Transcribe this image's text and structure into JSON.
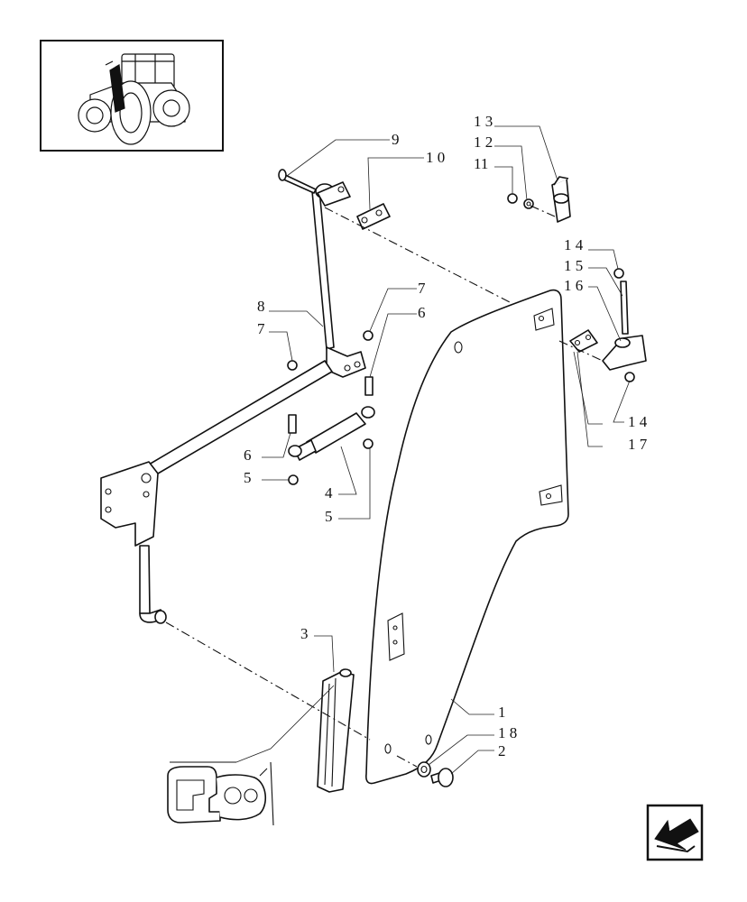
{
  "diagram": {
    "callouts": [
      {
        "id": "c9",
        "text": "9"
      },
      {
        "id": "c10",
        "text": "1 0"
      },
      {
        "id": "c13",
        "text": "1 3"
      },
      {
        "id": "c12",
        "text": "1 2"
      },
      {
        "id": "c11",
        "text": "11"
      },
      {
        "id": "c14a",
        "text": "1 4"
      },
      {
        "id": "c15",
        "text": "1 5"
      },
      {
        "id": "c16",
        "text": "1 6"
      },
      {
        "id": "c8",
        "text": "8"
      },
      {
        "id": "c7a",
        "text": "7"
      },
      {
        "id": "c7b",
        "text": "7"
      },
      {
        "id": "c6a",
        "text": "6"
      },
      {
        "id": "c6b",
        "text": "6"
      },
      {
        "id": "c14b",
        "text": "1 4"
      },
      {
        "id": "c17",
        "text": "1 7"
      },
      {
        "id": "c5a",
        "text": "5"
      },
      {
        "id": "c4",
        "text": "4"
      },
      {
        "id": "c5b",
        "text": "5"
      },
      {
        "id": "c3",
        "text": "3"
      },
      {
        "id": "c1",
        "text": "1"
      },
      {
        "id": "c18",
        "text": "1 8"
      },
      {
        "id": "c2",
        "text": "2"
      }
    ]
  }
}
